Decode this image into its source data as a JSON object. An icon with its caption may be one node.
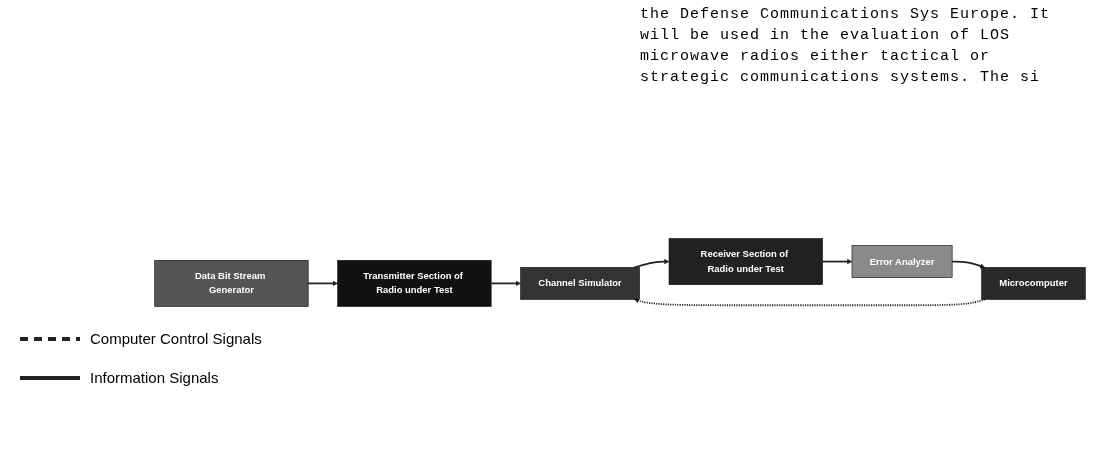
{
  "diagram": {
    "nodes": [
      {
        "text": [
          "Data Bit Stream Generator"
        ]
      },
      {
        "text": [
          "Transmitter Section of Radio under Test"
        ]
      },
      {
        "text": [
          "Channel Simulator"
        ]
      },
      {
        "text": [
          "Receiver Section of Radio under Test"
        ]
      },
      {
        "text": [
          "Error Analyzer"
        ]
      },
      {
        "text": [
          "Microcomputer"
        ]
      }
    ],
    "edges": [
      {
        "from": 0,
        "to": 1,
        "arrow": "to"
      },
      {
        "from": 1,
        "to": 2,
        "arrow": "to"
      },
      {
        "from": 2,
        "to": 3,
        "arrow": "to"
      },
      {
        "from": 3,
        "to": 4,
        "arrow": "to"
      },
      {
        "from": 4,
        "to": 5,
        "arrow": "to"
      },
      {
        "from": 5,
        "to": 2,
        "arrow": "to",
        "style": "dashed"
      }
    ],
    "labels": [
      "the Defense Communications Sys Europe.  It will be used in the evaluation of LOS microwave radios either tactical or strategic communications systems.  The si"
    ],
    "legend": [
      {
        "text": "Computer Control Signals"
      },
      {
        "text": "Information Signals"
      }
    ]
  }
}
